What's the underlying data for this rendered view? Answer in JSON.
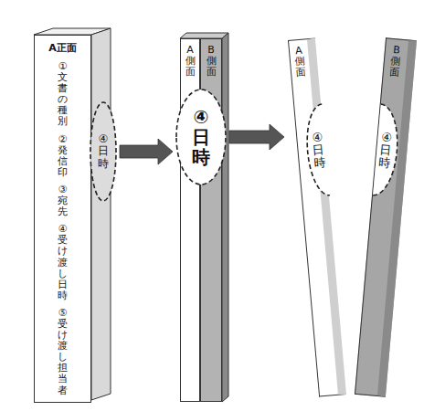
{
  "diagram": {
    "nodes": [
      {
        "text": [
          "A正面",
          "①文書の種別",
          "②発信印",
          "③宛先",
          "④受け渡し日時",
          "⑤受け渡し担当者"
        ]
      },
      {
        "text": [
          "④日時"
        ]
      },
      {
        "text": [
          "A側面"
        ]
      },
      {
        "text": [
          "B側面"
        ]
      },
      {
        "text": [
          "④日時"
        ]
      },
      {
        "text": [
          "A側面"
        ]
      },
      {
        "text": [
          "④日時"
        ],
        "in": 5
      },
      {
        "text": [
          "B側面"
        ]
      },
      {
        "text": [
          "④日時"
        ],
        "in": 7
      }
    ],
    "edges": [
      {
        "from": 1,
        "to": 4,
        "arrow": "to"
      },
      {
        "from": 4,
        "to": 5,
        "arrow": "to"
      }
    ]
  }
}
